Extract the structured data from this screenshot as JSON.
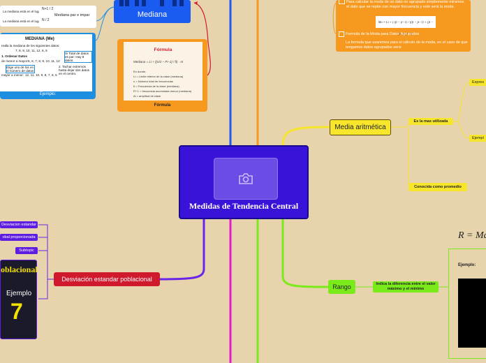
{
  "center": {
    "title": "Medidas de Tendencia Central",
    "icon": "camera-icon"
  },
  "mediana": {
    "label": "Mediana",
    "formula_odd": "La mediana está en el lugar",
    "formula_odd_expr": "N+1 / 2",
    "formula_even": "La mediana está en el lugar",
    "formula_even_expr": "N / 2",
    "formula_side": "Mediana par e impar",
    "ejemplo": {
      "caption": "Ejemplo:",
      "heading": "MEDIANA (Me)",
      "line1": "Halla la mediana de los siguientes datos:",
      "line2": "7, 8, 9, 10, 11, 12, 6, 5",
      "step1": "1. Ordenar Datos",
      "step1b": "de menor a mayor:",
      "series1": "5, 6, 7, 8, 9, 10, 11, 12",
      "note1": "Si Total de datos es par: Hay 8 datos.",
      "note2": "Elige uno de los en el número de datos",
      "step2": "2. Tachar extremos hasta dejar dos datos en el centro.",
      "step3": "mayor a menor:",
      "series2": "12, 11, 10, 9, 8, 7, 6, 5"
    },
    "formula_card": {
      "caption": "Fórmula",
      "heading": "Fórmula",
      "expr": "Mediana = Li + ((n/2 − Fi−1) / fi) · Ai",
      "donde": "En donde,",
      "vars": [
        "Li  = Límite inferior de la clase (mediana)",
        "n   = Número total de frecuencias",
        "fi  = Frecuencia de la clase (mediana)",
        "Fi−1 = frecuencia acumulada menor (mediana)",
        "Ai  = amplitud de clase"
      ]
    }
  },
  "moda": {
    "text1": "Para calcular la moda de un dato no agrupado simplemente miramos el dato que se repite con mayor frecuencia y este será la moda.",
    "expr": "Mo = Li + ( (fi − fi−1) / ((fi − fi−1) + (fi − fi+1)) ) · Ai",
    "item2": "Formula de la Moda para Datos Agrupados",
    "text2": "La formula que usaremos para el cálculo de la moda, en el caso de que tengamos datos agrupados será:"
  },
  "media": {
    "label": "Media aritmética",
    "sub1": "Es la mas utilizada",
    "sub2": "Conocida como promedio",
    "leaf1": "Expres",
    "leaf2": "Ejempl"
  },
  "rango": {
    "label": "Rango",
    "desc": "Indica la diferencia entre el valor máximo y el mínimo",
    "formula": "R = Ma",
    "ejemplo": "Ejemplo:"
  },
  "desviacion": {
    "label": "Desviación estandar poblacional",
    "items": [
      "Desviacion estandar",
      "obal proporcionada",
      "Subtopic"
    ],
    "card_t1": "oblacional",
    "card_t2": "Ejemplo",
    "card_t3": "7"
  },
  "colors": {
    "background": "#E7D3AC",
    "center": "#3A13D8",
    "mediana": "#1A5CF2",
    "moda": "#F6991E",
    "media": "#F7E62B",
    "rango": "#7BEA1B",
    "desviacion": "#D1192E",
    "subtopic": "#5E1DE0"
  }
}
